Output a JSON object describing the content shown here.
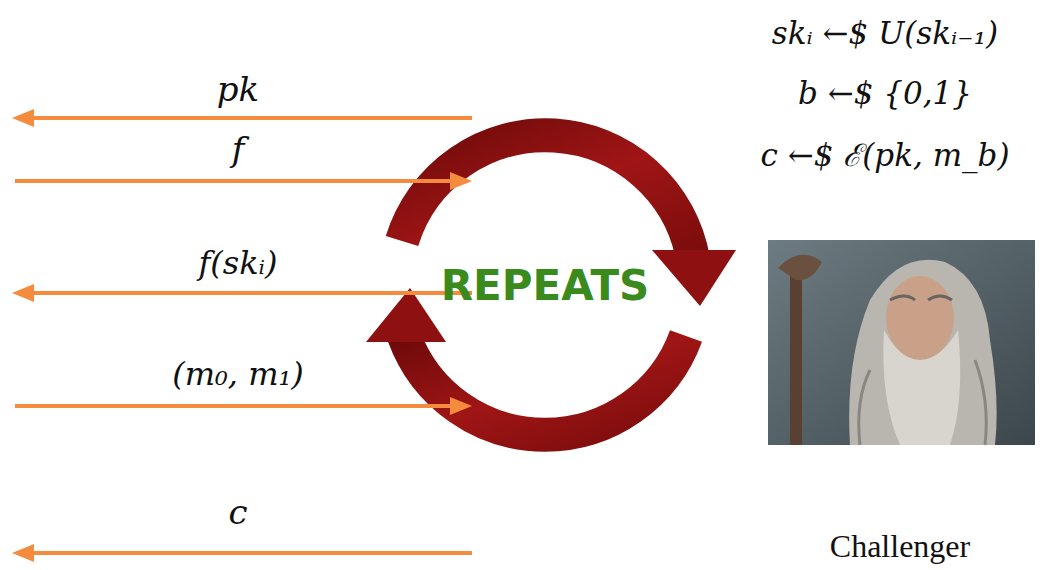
{
  "diagram": {
    "labels": [
      "pk",
      "f",
      "f(skᵢ)",
      "(m₀, m₁)",
      "c",
      "REPEATS",
      "skᵢ ←$ U(skᵢ₋₁)",
      "b ←$ {0,1}",
      "c ←$ ℰ(pk, m_b)",
      "Challenger"
    ]
  }
}
